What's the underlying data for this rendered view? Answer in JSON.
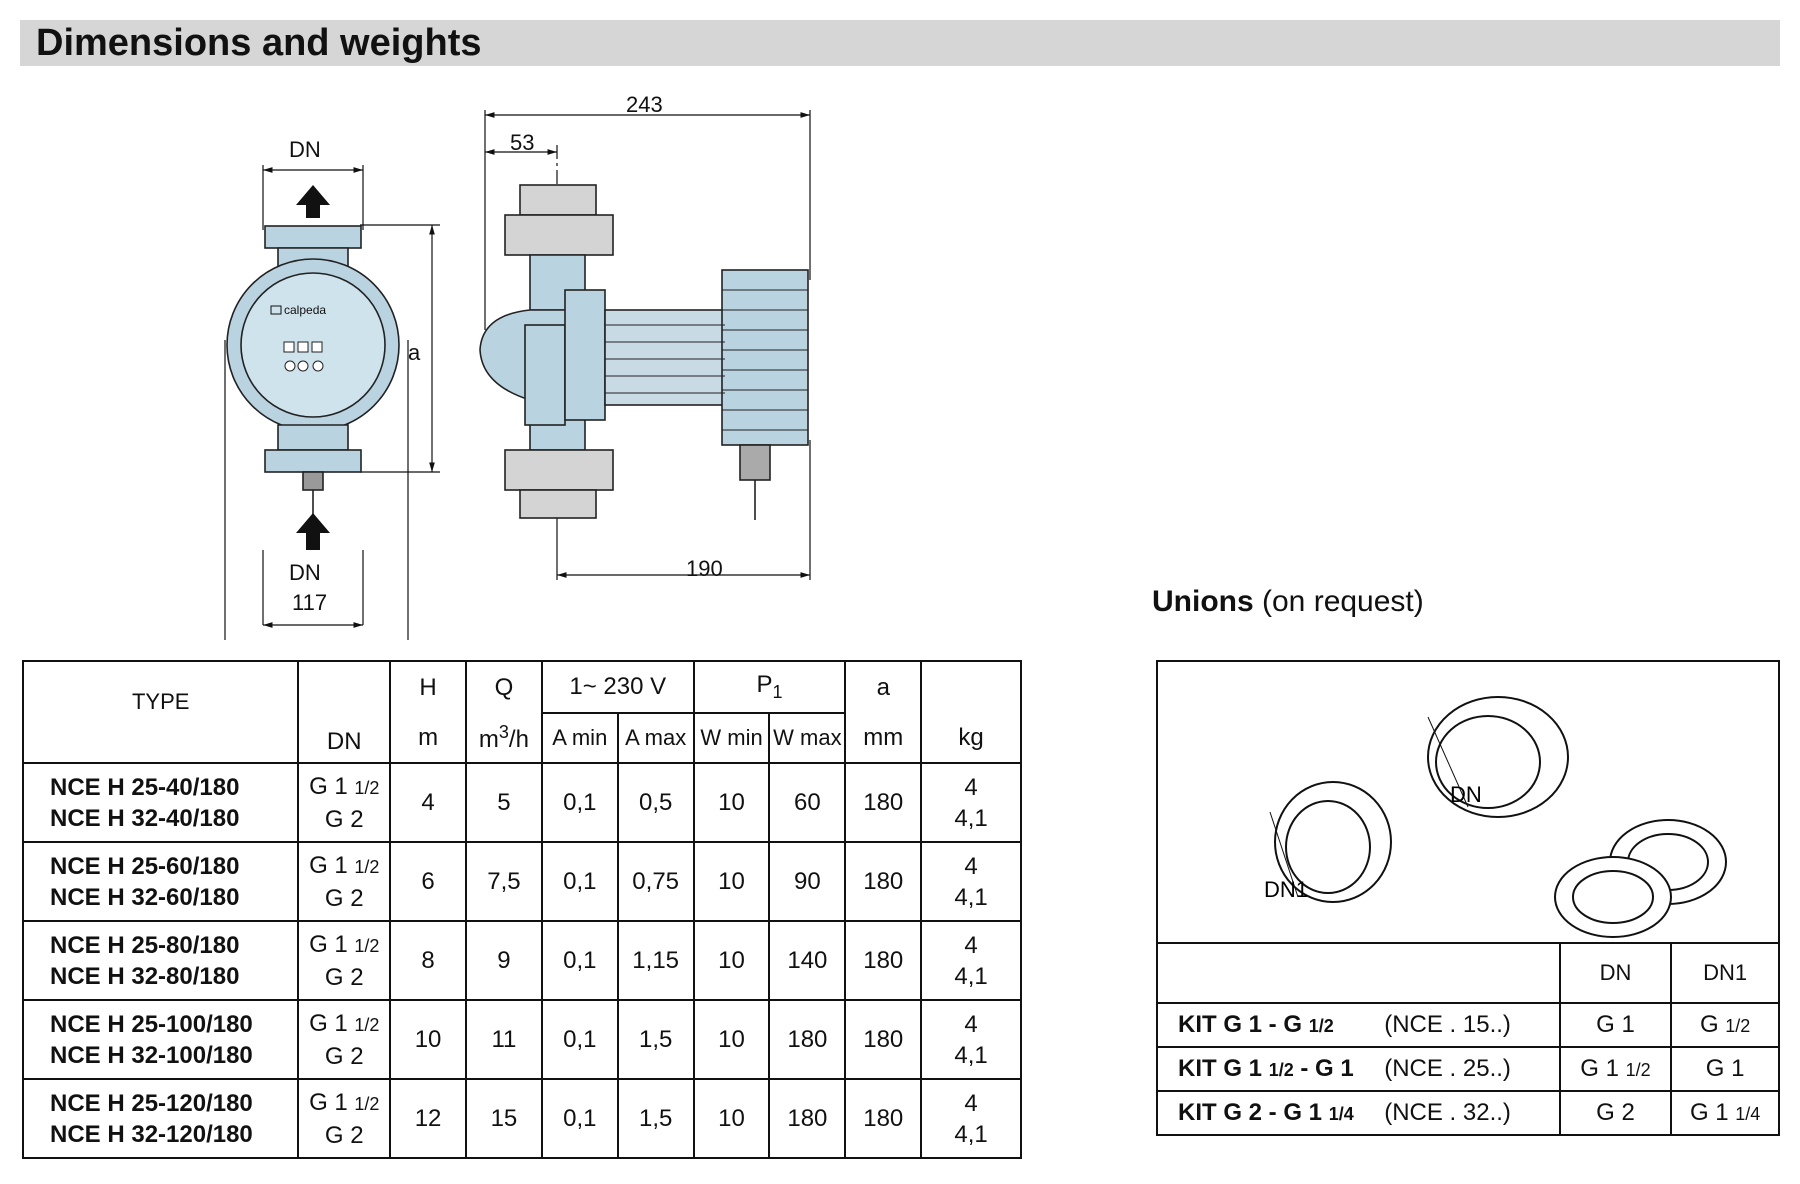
{
  "header": {
    "title": "Dimensions and weights"
  },
  "drawing": {
    "dim_dn_top": "DN",
    "dim_dn_bottom": "DN",
    "dim_117": "117",
    "dim_a": "a",
    "dim_243": "243",
    "dim_53": "53",
    "dim_190": "190",
    "brand_label": "calpeda"
  },
  "main_table": {
    "header": {
      "type": "TYPE",
      "dn": "DN",
      "h": "H",
      "q": "Q",
      "voltage": "1~  230 V",
      "p1": "P",
      "p1_sub": "1",
      "a": "a",
      "unit_m": "m",
      "unit_q": "m",
      "unit_q_sup": "3",
      "unit_q_end": "/h",
      "amin": "A min",
      "amax": "A max",
      "wmin": "W min",
      "wmax": "W max",
      "mm": "mm",
      "kg": "kg"
    },
    "rows": [
      {
        "type1": "NCE H 25-40/180",
        "type2": "NCE H 32-40/180",
        "dn1": "G 1",
        "dn1s": "1/2",
        "dn2": "G 2",
        "h": "4",
        "q": "5",
        "amin": "0,1",
        "amax": "0,5",
        "wmin": "10",
        "wmax": "60",
        "a": "180",
        "kg1": "4",
        "kg2": "4,1"
      },
      {
        "type1": "NCE H 25-60/180",
        "type2": "NCE H 32-60/180",
        "dn1": "G 1",
        "dn1s": "1/2",
        "dn2": "G 2",
        "h": "6",
        "q": "7,5",
        "amin": "0,1",
        "amax": "0,75",
        "wmin": "10",
        "wmax": "90",
        "a": "180",
        "kg1": "4",
        "kg2": "4,1"
      },
      {
        "type1": "NCE H 25-80/180",
        "type2": "NCE H 32-80/180",
        "dn1": "G 1",
        "dn1s": "1/2",
        "dn2": "G 2",
        "h": "8",
        "q": "9",
        "amin": "0,1",
        "amax": "1,15",
        "wmin": "10",
        "wmax": "140",
        "a": "180",
        "kg1": "4",
        "kg2": "4,1"
      },
      {
        "type1": "NCE H 25-100/180",
        "type2": "NCE H 32-100/180",
        "dn1": "G 1",
        "dn1s": "1/2",
        "dn2": "G 2",
        "h": "10",
        "q": "11",
        "amin": "0,1",
        "amax": "1,5",
        "wmin": "10",
        "wmax": "180",
        "a": "180",
        "kg1": "4",
        "kg2": "4,1"
      },
      {
        "type1": "NCE H 25-120/180",
        "type2": "NCE H 32-120/180",
        "dn1": "G 1",
        "dn1s": "1/2",
        "dn2": "G 2",
        "h": "12",
        "q": "15",
        "amin": "0,1",
        "amax": "1,5",
        "wmin": "10",
        "wmax": "180",
        "a": "180",
        "kg1": "4",
        "kg2": "4,1"
      }
    ]
  },
  "unions": {
    "title_bold": "Unions",
    "title_rest": " (on request)",
    "label_dn": "DN",
    "label_dn1": "DN1",
    "col_dn": "DN",
    "col_dn1": "DN1",
    "rows": [
      {
        "kit": "KIT G 1   -   G",
        "kit_s": "1/2",
        "kit_end": "",
        "model": "(NCE . 15..)",
        "dn": "G 1",
        "dn_s": "",
        "dn1": "G",
        "dn1_s": "1/2"
      },
      {
        "kit": "KIT G 1",
        "kit_s": "1/2",
        "kit_end": " - G 1",
        "model": "(NCE . 25..)",
        "dn": "G 1",
        "dn_s": "1/2",
        "dn1": "G 1",
        "dn1_s": ""
      },
      {
        "kit": "KIT G 2 - G 1",
        "kit_s": "1/4",
        "kit_end": "",
        "model": "(NCE . 32..)",
        "dn": "G 2",
        "dn_s": "",
        "dn1": "G 1",
        "dn1_s": "1/4"
      }
    ]
  }
}
